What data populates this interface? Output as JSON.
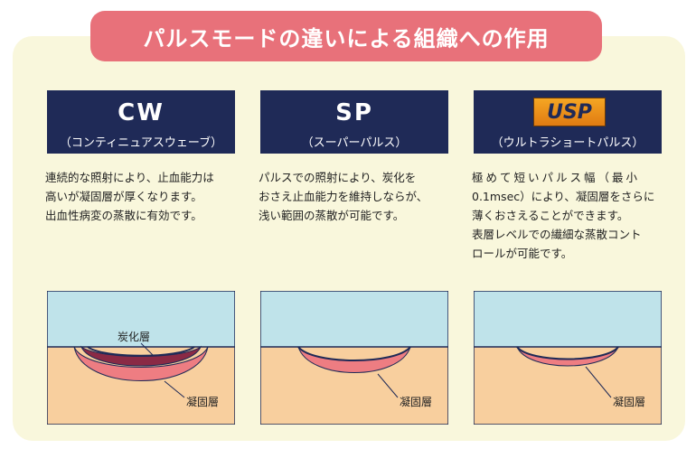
{
  "title": "パルスモードの違いによる組織への作用",
  "columns": [
    {
      "title": "CW",
      "subtitle": "（コンティニュアスウェーブ）",
      "description": [
        "連続的な照射により、止血能力は",
        "高いが凝固層が厚くなります。",
        "出血性病変の蒸散に有効です。"
      ],
      "labels": {
        "carbon": "炭化層",
        "coag": "凝固層"
      }
    },
    {
      "title": "SP",
      "subtitle": "（スーパーパルス）",
      "description": [
        "パルスでの照射により、炭化を",
        "おさえ止血能力を維持しならが、",
        "浅い範囲の蒸散が可能です。"
      ],
      "labels": {
        "coag": "凝固層"
      }
    },
    {
      "logo_text": "USP",
      "subtitle": "（ウルトラショートパルス）",
      "description": [
        "極めて短いパルス幅（最小",
        "0.1msec）により、凝固層をさらに",
        "薄くおさえることができます。",
        "表層レベルでの繊細な蒸散コント",
        "ロールが可能です。"
      ],
      "labels": {
        "coag": "凝固層"
      }
    }
  ],
  "colors": {
    "title_bg": "#e8717a",
    "header_bg": "#1f2a57",
    "panel_bg": "#f9f7dc",
    "upper_layer": "#bfe3ea",
    "tissue": "#f8cf9e",
    "coagulation": "#ee7d82",
    "carbonized": "#8a2a45",
    "border": "#1f2a57"
  }
}
